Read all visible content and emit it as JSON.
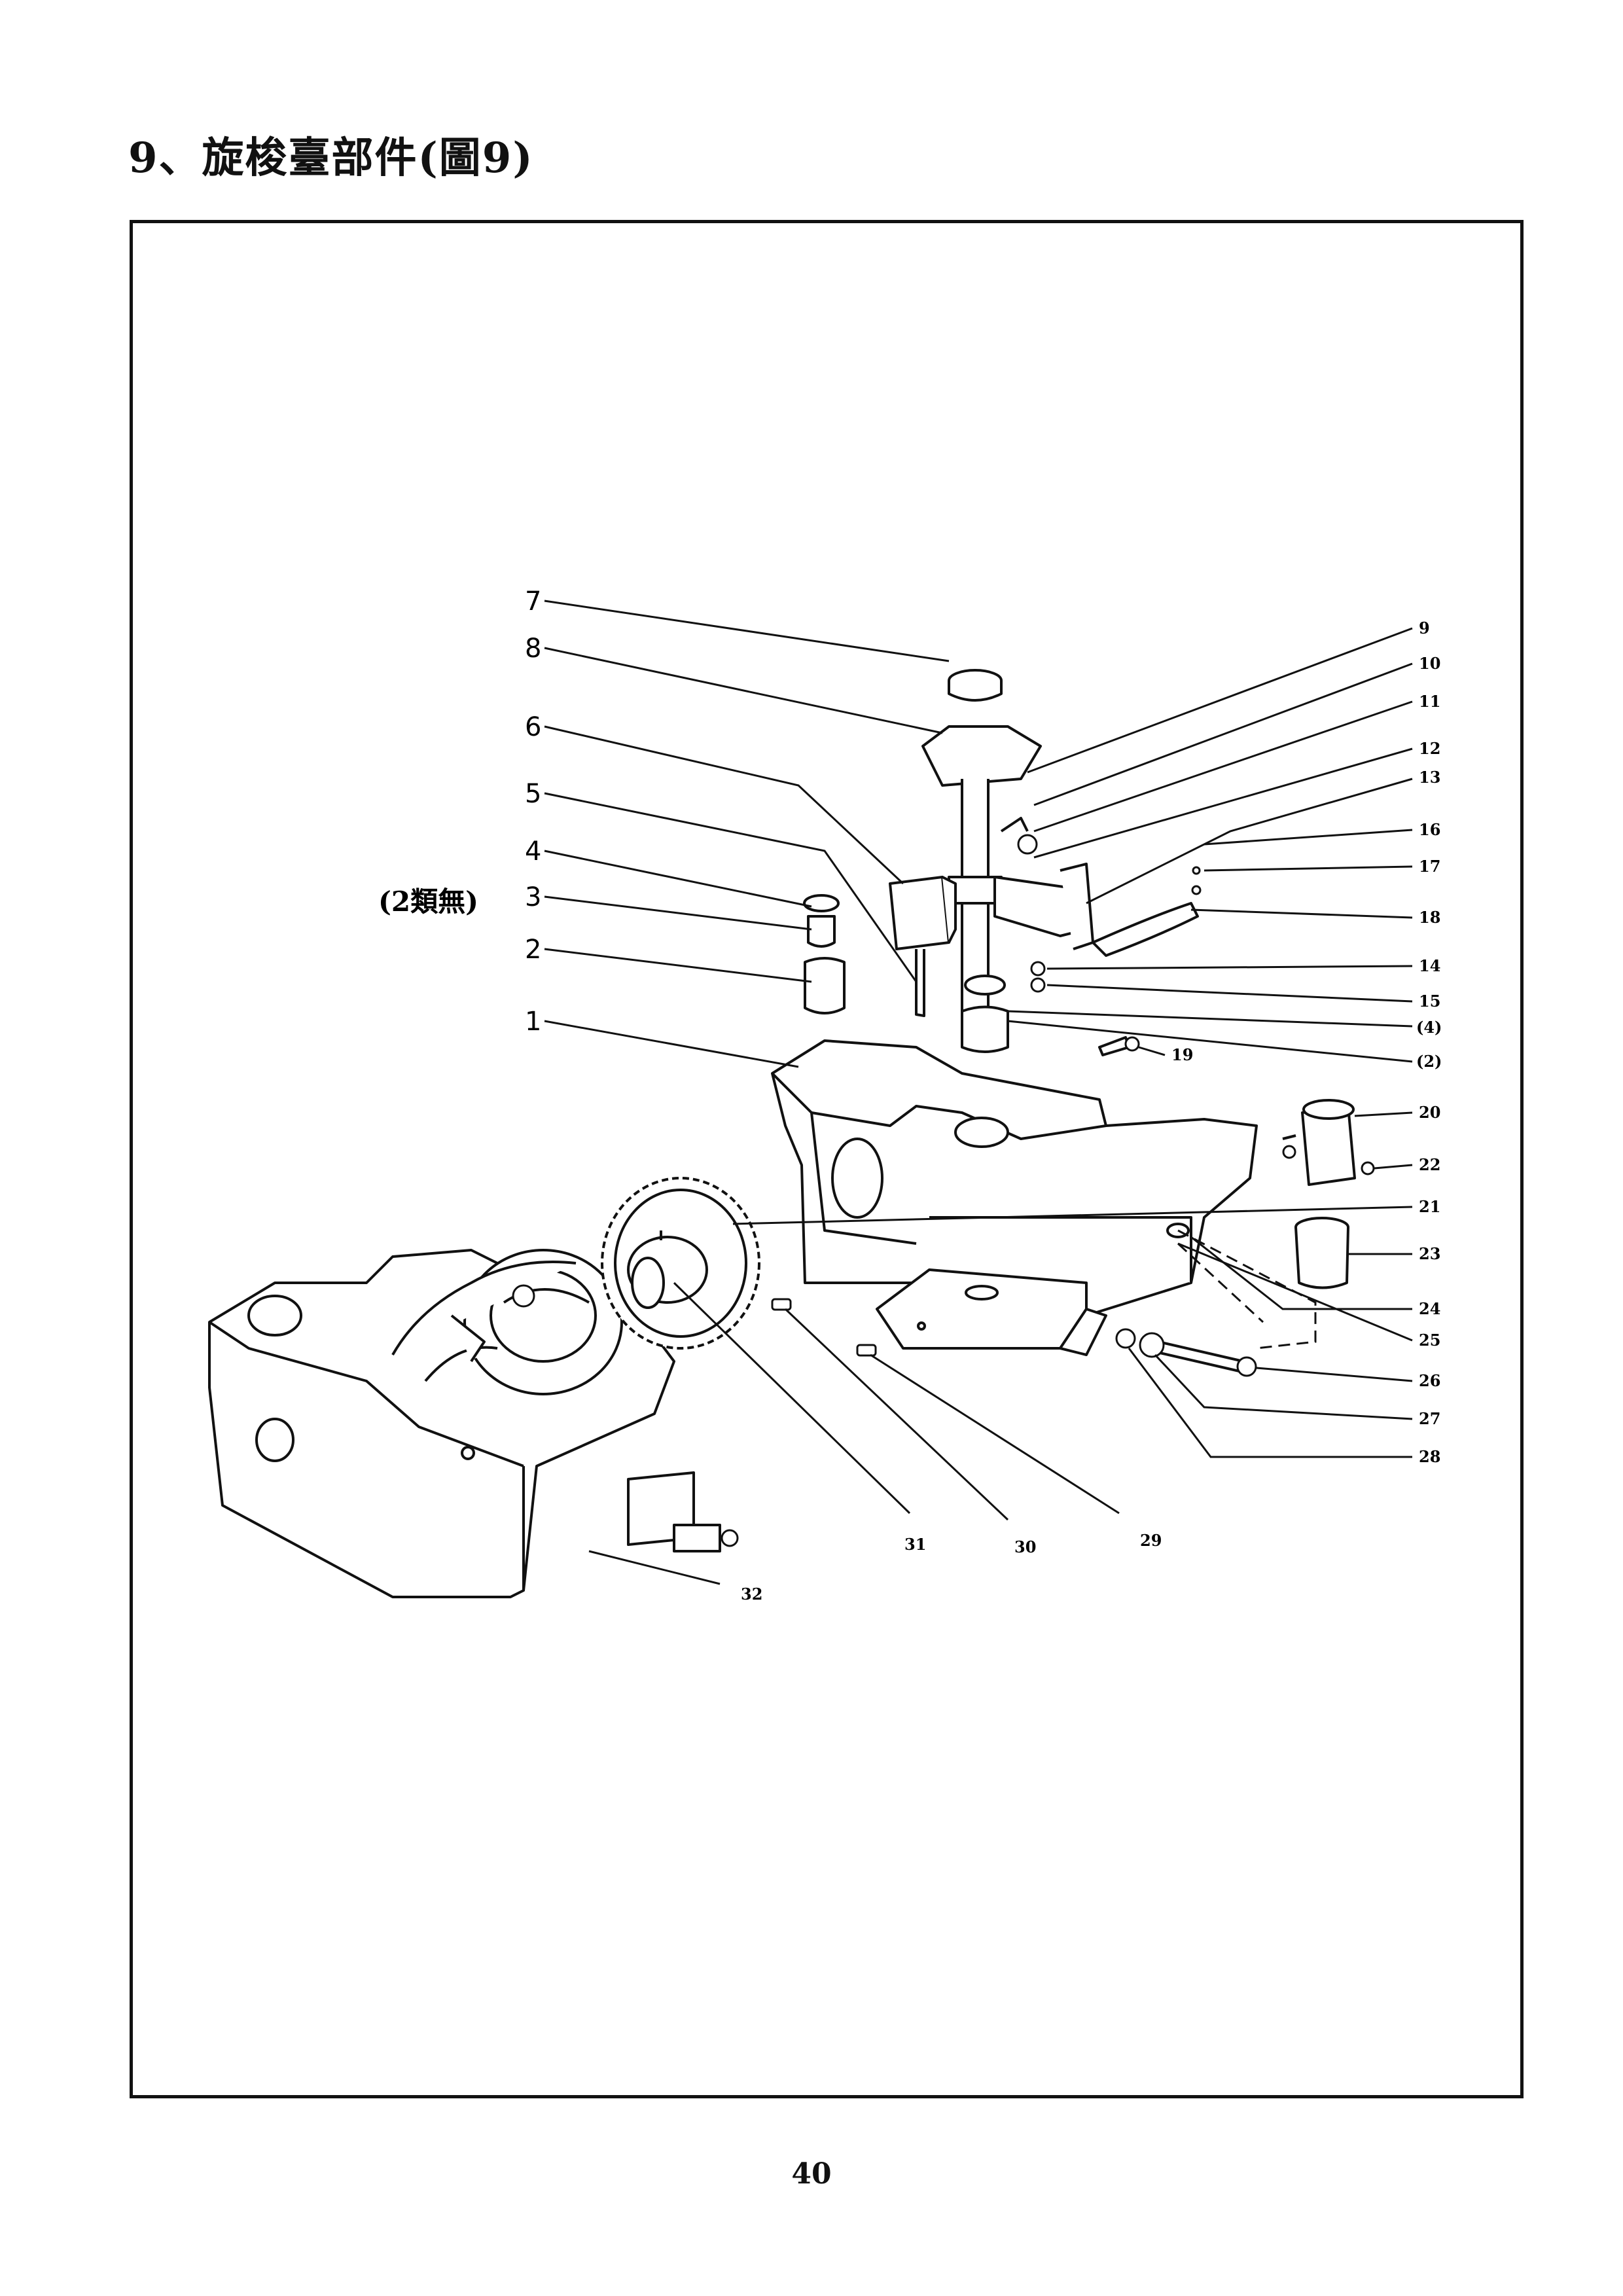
{
  "page": {
    "title": "9、旋梭臺部件(圖9)",
    "page_number": "40",
    "note": "(2類無)"
  },
  "labels": [
    {
      "id": "1",
      "text": "1"
    },
    {
      "id": "2",
      "text": "2"
    },
    {
      "id": "3",
      "text": "3"
    },
    {
      "id": "4",
      "text": "4"
    },
    {
      "id": "5",
      "text": "5"
    },
    {
      "id": "6",
      "text": "6"
    },
    {
      "id": "7",
      "text": "7"
    },
    {
      "id": "8",
      "text": "8"
    },
    {
      "id": "9",
      "text": "9"
    },
    {
      "id": "10",
      "text": "10"
    },
    {
      "id": "11",
      "text": "11"
    },
    {
      "id": "12",
      "text": "12"
    },
    {
      "id": "13",
      "text": "13"
    },
    {
      "id": "16",
      "text": "16"
    },
    {
      "id": "17",
      "text": "17"
    },
    {
      "id": "18",
      "text": "18"
    },
    {
      "id": "14",
      "text": "14"
    },
    {
      "id": "15",
      "text": "15"
    },
    {
      "id": "p4",
      "text": "(4)"
    },
    {
      "id": "p2",
      "text": "(2)"
    },
    {
      "id": "19",
      "text": "19"
    },
    {
      "id": "20",
      "text": "20"
    },
    {
      "id": "22",
      "text": "22"
    },
    {
      "id": "21",
      "text": "21"
    },
    {
      "id": "23",
      "text": "23"
    },
    {
      "id": "24",
      "text": "24"
    },
    {
      "id": "25",
      "text": "25"
    },
    {
      "id": "26",
      "text": "26"
    },
    {
      "id": "27",
      "text": "27"
    },
    {
      "id": "28",
      "text": "28"
    },
    {
      "id": "31",
      "text": "31"
    },
    {
      "id": "30",
      "text": "30"
    },
    {
      "id": "29",
      "text": "29"
    },
    {
      "id": "32",
      "text": "32"
    }
  ]
}
